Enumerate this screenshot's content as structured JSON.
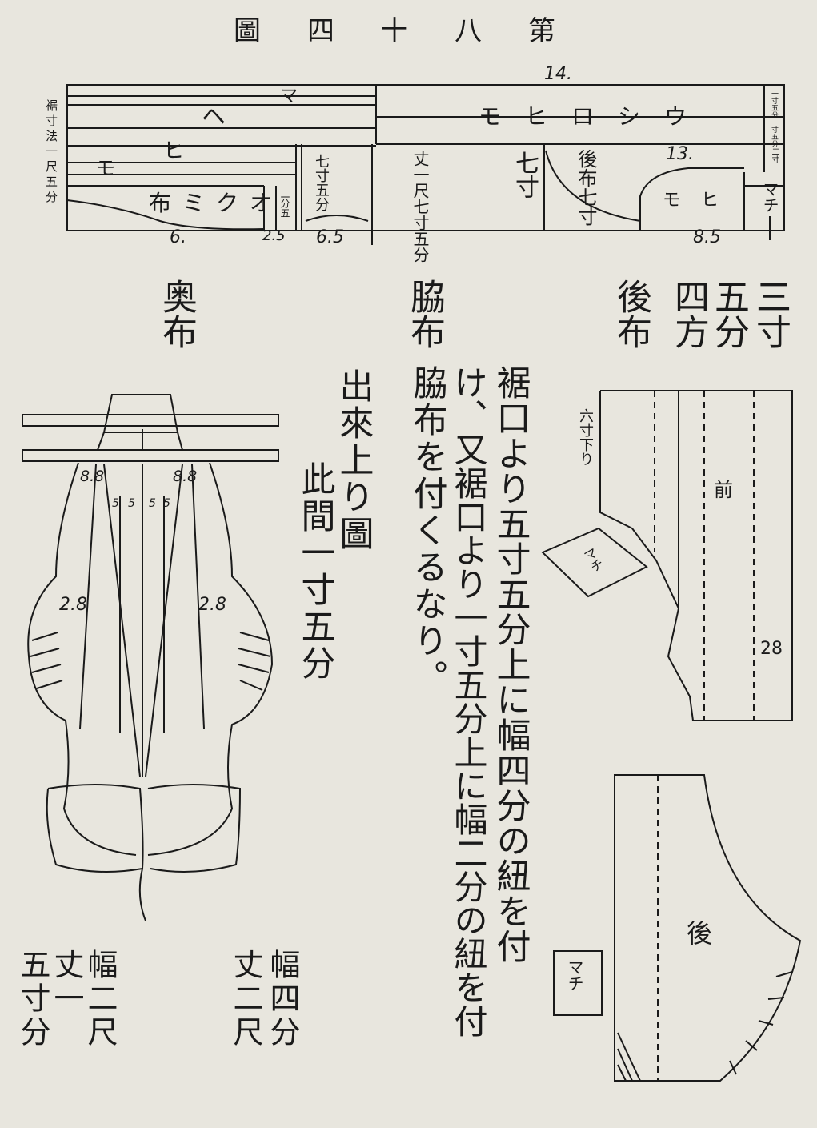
{
  "title": "第八十四圖",
  "strip": {
    "width_mark": "14.",
    "left_side_note": "裾寸法一尺五分",
    "right_side_notes": [
      "一寸五分",
      "一寸五分",
      "二寸"
    ],
    "pieces": {
      "ma": "マ",
      "he": "ヘ",
      "hi": "ヒ",
      "mo": "モ",
      "okumi": "オクミ布",
      "shiro_himo": "ウシロヒモ",
      "small_label": "二分五",
      "seven_sun_five": "七寸五分",
      "seven_sun": "七寸",
      "take_1shaku_7sun5bu": "丈一尺七寸五分",
      "seven_sun_b": "七寸",
      "back_cloth_7sun": "後布七寸",
      "mark_13": "13.",
      "himo_b": "ヒモ",
      "machi": "マチ"
    },
    "bottom_numbers": [
      "6.",
      "2.5",
      "6.5",
      "8.5"
    ]
  },
  "headings": {
    "okumi_cloth": "奥布",
    "side_cloth": "脇布",
    "back_cloth": "後布",
    "size_top": "四方",
    "size_mid": "五分",
    "size_right": "三寸"
  },
  "instructions": {
    "finished": "出來上り圖",
    "gap": "此間一寸五分",
    "col1": "脇布を付くるなり。",
    "col2": "け、又裾口より一寸五分上に幅二分の紐を付",
    "col3": "裾口より五寸五分上に幅四分の紐を付"
  },
  "diagram_left": {
    "labels": [
      "8.8",
      "8.8",
      "5",
      "5",
      "5",
      "5",
      "2.8",
      "2.8"
    ]
  },
  "pattern_right": {
    "drop_note": "六寸下り",
    "front": "前",
    "back": "後",
    "machi_a": "マチ",
    "machi_b": "マチ",
    "value_28": "28"
  },
  "dims_left": {
    "col_width": "幅二尺",
    "col_length": "丈一",
    "col_five": "五寸分"
  },
  "dims_right": {
    "col_width": "幅四分",
    "col_length": "丈二尺"
  }
}
